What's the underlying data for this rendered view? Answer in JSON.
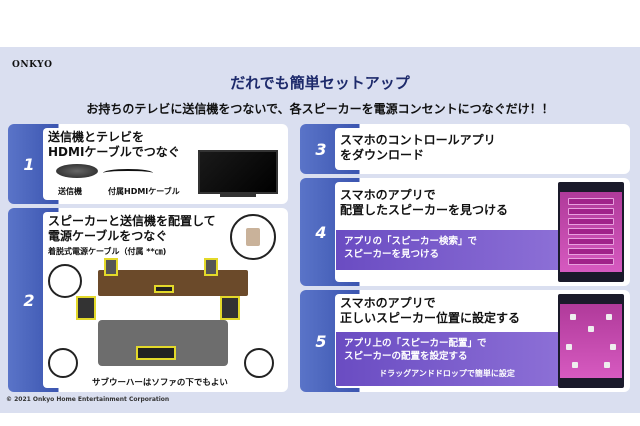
{
  "brand": "ONKYO",
  "title": "だれでも簡単セットアップ",
  "subtitle": "お持ちのテレビに送信機をつないで、各スピーカーを電源コンセントにつなぐだけ！！",
  "steps": [
    {
      "number": "1",
      "text_line1": "送信機とテレビを",
      "text_line2": "HDMIケーブルでつなぐ",
      "label_transmitter": "送信機",
      "label_cable": "付属HDMIケーブル"
    },
    {
      "number": "2",
      "text_line1": "スピーカーと送信機を配置して",
      "text_line2": "電源ケーブルをつなぐ",
      "cable_note": "着脱式電源ケーブル（付属 **㎝)",
      "woofer_note": "サブウーハーはソファの下でもよい"
    },
    {
      "number": "3",
      "text_line1": "スマホのコントロールアプリ",
      "text_line2": "をダウンロード"
    },
    {
      "number": "4",
      "text_line1": "スマホのアプリで",
      "text_line2": "配置したスピーカーを見つける",
      "box_line1": "アプリの「スピーカー検索」で",
      "box_line2": "スピーカーを見つける"
    },
    {
      "number": "5",
      "text_line1": "スマホのアプリで",
      "text_line2": "正しいスピーカー位置に設定する",
      "box_line1": "アプリ上の「スピーカー配置」で",
      "box_line2": "スピーカーの配置を設定する",
      "box_line3": "ドラッグアンドドロップで簡単に設定"
    }
  ],
  "footer": "© 2021 Onkyo Home Entertainment Corporation",
  "colors": {
    "background": "#dadff0",
    "card_accent": "#3b55b0",
    "purple": "#7a5bcc",
    "title": "#1d2a6b"
  }
}
